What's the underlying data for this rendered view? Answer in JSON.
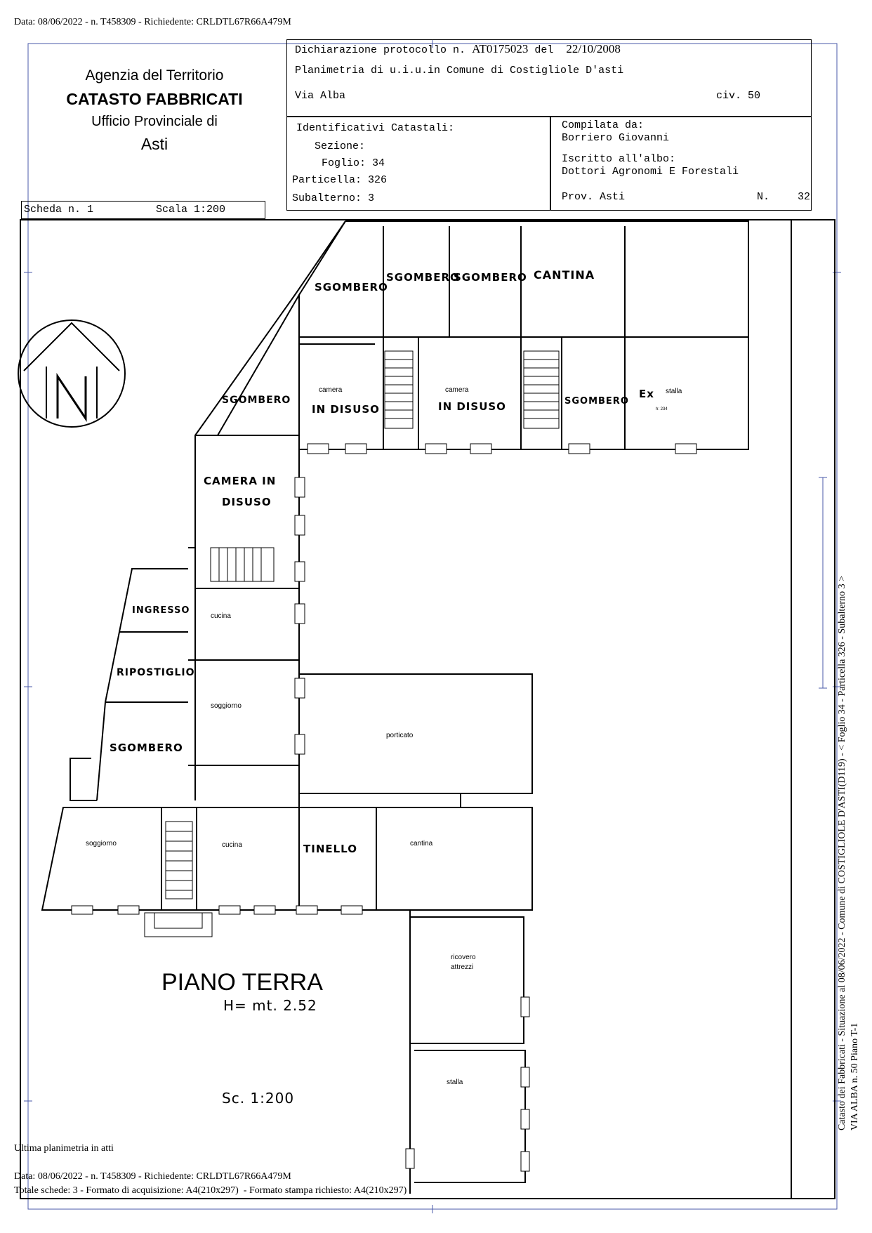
{
  "top_info": "Data: 08/06/2022 - n. T458309 - Richiedente: CRLDTL67R66A479M",
  "agency": {
    "line1": "Agenzia del Territorio",
    "line2": "CATASTO FABBRICATI",
    "line3": "Ufficio Provinciale di",
    "line4": "Asti"
  },
  "declaration": {
    "protocol_label": "Dichiarazione protocollo n.",
    "protocol_number": "AT0175023",
    "date_label": "del",
    "date": "22/10/2008",
    "planimetry": "Planimetria di u.i.u.in Comune di Costigliole D'asti",
    "street": "Via Alba",
    "civ": "civ. 50"
  },
  "identifiers": {
    "title": "Identificativi Catastali:",
    "sezione": "Sezione:",
    "foglio": "Foglio: 34",
    "particella": "Particella: 326",
    "subalterno": "Subalterno: 3"
  },
  "compiled": {
    "label": "Compilata da:",
    "name": "Borriero Giovanni",
    "albo_label": "Iscritto all'albo:",
    "albo": "Dottori Agronomi E Forestali",
    "prov": "Prov. Asti",
    "n_label": "N.",
    "n_value": "32"
  },
  "scheda": {
    "label": "Scheda n. 1",
    "scale": "Scala 1:200"
  },
  "rooms": {
    "sgombero_1": "SGOMBERO",
    "sgombero_2": "SGOMBERO",
    "sgombero_3": "SGOMBERO",
    "cantina_top": "CANTINA",
    "sgombero_left": "SGOMBERO",
    "camera_1": "camera",
    "in_disuso_1": "IN DISUSO",
    "camera_2": "camera",
    "in_disuso_2": "IN DISUSO",
    "sgombero_4": "SGOMBERO",
    "ex": "Ex",
    "stalla_top": "stalla",
    "stalla_h": "h: 234",
    "camera_in_disuso_a": "CAMERA IN",
    "camera_in_disuso_b": "DISUSO",
    "ingresso": "INGRESSO",
    "cucina_1": "cucina",
    "ripostiglio": "RIPOSTIGLIO",
    "soggiorno_1": "soggiorno",
    "porticato": "porticato",
    "sgombero_5": "SGOMBERO",
    "soggiorno_2": "soggiorno",
    "cucina_2": "cucina",
    "tinello": "TINELLO",
    "cantina_bottom": "cantina",
    "ricovero_a": "ricovero",
    "ricovero_b": "attrezzi",
    "stalla_bottom": "stalla"
  },
  "plan_title": "PIANO TERRA",
  "plan_height": "H= mt. 2.52",
  "plan_scale": "Sc. 1:200",
  "side_text": {
    "line1": "Catasto dei Fabbricati - Situazione al 08/06/2022 - Comune di COSTIGLIOLE D'ASTI(D119) - < Foglio 34 - Particella 326 - Subalterno 3 >",
    "line2": "VIA ALBA n. 50 Piano T-1"
  },
  "footer": {
    "last_plan": "Ultima planimetria in atti",
    "data_line": "Data: 08/06/2022 - n. T458309 - Richiedente: CRLDTL67R66A479M",
    "totals": "Totale schede: 3 - Formato di acquisizione: A4(210x297)  - Formato stampa richiesto: A4(210x297)"
  }
}
